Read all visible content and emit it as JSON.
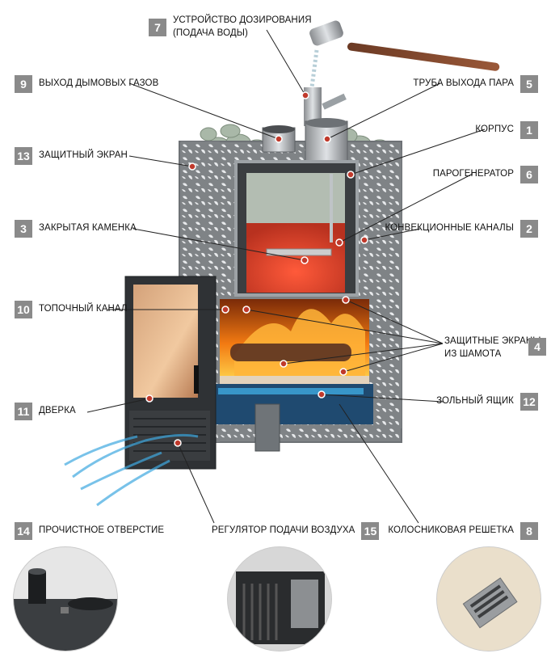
{
  "callouts": [
    {
      "id": "device",
      "number": "7",
      "label": "УСТРОЙСТВО ДОЗИРОВАНИЯ\n(ПОДАЧА ВОДЫ)"
    },
    {
      "id": "flue",
      "number": "9",
      "label": "ВЫХОД ДЫМОВЫХ ГАЗОВ"
    },
    {
      "id": "steam_pipe",
      "number": "5",
      "label": "ТРУБА ВЫХОДА ПАРА"
    },
    {
      "id": "body",
      "number": "1",
      "label": "КОРПУС"
    },
    {
      "id": "shield",
      "number": "13",
      "label": "ЗАЩИТНЫЙ ЭКРАН"
    },
    {
      "id": "steam_gen",
      "number": "6",
      "label": "ПАРОГЕНЕРАТОР"
    },
    {
      "id": "closed_heater",
      "number": "3",
      "label": "ЗАКРЫТАЯ КАМЕНКА"
    },
    {
      "id": "convection",
      "number": "2",
      "label": "КОНВЕКЦИОННЫЕ КАНАЛЫ"
    },
    {
      "id": "firebox_channel",
      "number": "10",
      "label": "ТОПОЧНЫЙ КАНАЛ"
    },
    {
      "id": "chamotte",
      "number": "4",
      "label": "ЗАЩИТНЫЕ ЭКРАНЫ\nИЗ ШАМОТА"
    },
    {
      "id": "door",
      "number": "11",
      "label": "ДВЕРКА"
    },
    {
      "id": "ash_box",
      "number": "12",
      "label": "ЗОЛЬНЫЙ ЯЩИК"
    }
  ],
  "bottom_labels": [
    {
      "id": "cleanout",
      "number": "14",
      "label": "ПРОЧИСТНОЕ ОТВЕРСТИЕ"
    },
    {
      "id": "air_reg",
      "number": "15",
      "label": "РЕГУЛЯТОР ПОДАЧИ ВОЗДУХА"
    },
    {
      "id": "grate",
      "number": "8",
      "label": "КОЛОСНИКОВАЯ РЕШЕТКА"
    }
  ],
  "colors": {
    "badge": "#8a8a8a",
    "marker": "#c0392b",
    "line": "#222222",
    "fire": "#f07a12",
    "air": "#3fa9e0"
  }
}
